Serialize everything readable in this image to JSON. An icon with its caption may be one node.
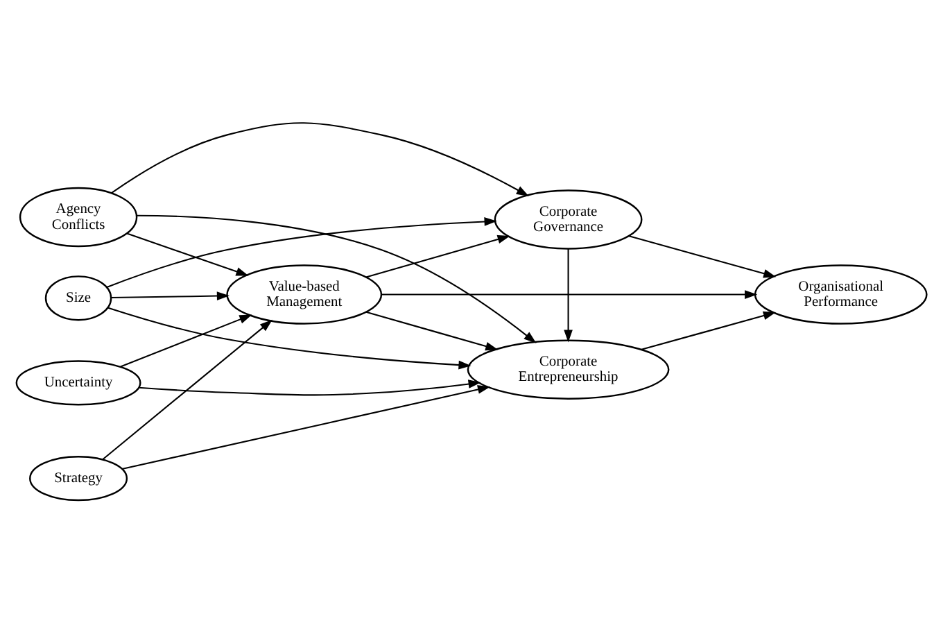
{
  "diagram": {
    "nodes": [
      {
        "text": [
          "Size"
        ]
      },
      {
        "text": [
          "Agency Conflicts"
        ]
      },
      {
        "text": [
          "Uncertainty"
        ]
      },
      {
        "text": [
          "Strategy"
        ]
      },
      {
        "text": [
          "Corporate Governance"
        ]
      },
      {
        "text": [
          "Value-based Management"
        ]
      },
      {
        "text": [
          "Organisational Performance"
        ]
      },
      {
        "text": [
          "Corporate Entrepreneurship"
        ]
      }
    ],
    "edges": [
      {
        "from": 0,
        "to": 4,
        "arrow": "to"
      },
      {
        "from": 0,
        "to": 5,
        "arrow": "to"
      },
      {
        "from": 0,
        "to": 7,
        "arrow": "to"
      },
      {
        "from": 1,
        "to": 4,
        "arrow": "to"
      },
      {
        "from": 1,
        "to": 5,
        "arrow": "to"
      },
      {
        "from": 1,
        "to": 7,
        "arrow": "to"
      },
      {
        "from": 2,
        "to": 5,
        "arrow": "to"
      },
      {
        "from": 2,
        "to": 7,
        "arrow": "to"
      },
      {
        "from": 3,
        "to": 5,
        "arrow": "to"
      },
      {
        "from": 3,
        "to": 7,
        "arrow": "to"
      },
      {
        "from": 5,
        "to": 4,
        "arrow": "to"
      },
      {
        "from": 5,
        "to": 6,
        "arrow": "to"
      },
      {
        "from": 5,
        "to": 7,
        "arrow": "to"
      },
      {
        "from": 4,
        "to": 6,
        "arrow": "to"
      },
      {
        "from": 4,
        "to": 7,
        "arrow": "to"
      },
      {
        "from": 7,
        "to": 6,
        "arrow": "to"
      }
    ]
  }
}
